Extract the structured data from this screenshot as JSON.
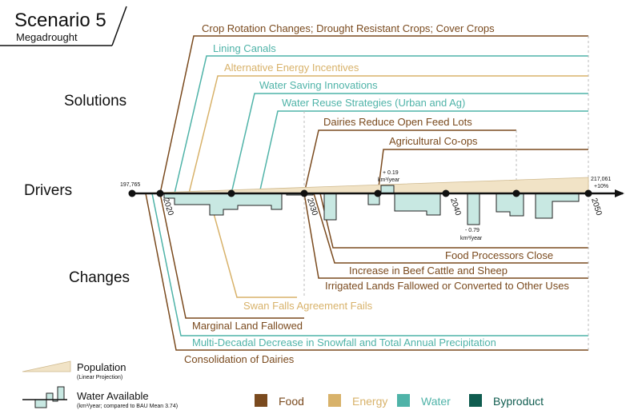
{
  "header": {
    "title": "Scenario 5",
    "subtitle": "Megadrought"
  },
  "sections": {
    "solutions": "Solutions",
    "drivers": "Drivers",
    "changes": "Changes"
  },
  "colors": {
    "food": "#7a4a1e",
    "energy": "#d8b26a",
    "water": "#4fb3a8",
    "byproduct": "#0f5c4f"
  },
  "axis": {
    "start_label": "197,765",
    "end_label_line1": "217,061",
    "end_label_line2": "+10%",
    "years": [
      "2020",
      "2030",
      "2040",
      "2050"
    ]
  },
  "solutions": [
    {
      "label": "Crop Rotation Changes; Drought Resistant Crops; Cover Crops",
      "category": "food"
    },
    {
      "label": "Lining Canals",
      "category": "water"
    },
    {
      "label": "Alternative Energy Incentives",
      "category": "energy"
    },
    {
      "label": "Water Saving Innovations",
      "category": "water"
    },
    {
      "label": "Water Reuse Strategies (Urban and Ag)",
      "category": "water"
    },
    {
      "label": "Dairies Reduce Open Feed Lots",
      "category": "food"
    },
    {
      "label": "Agricultural Co-ops",
      "category": "food"
    }
  ],
  "changes": [
    {
      "label": "Food Processors Close",
      "category": "food"
    },
    {
      "label": "Increase in Beef Cattle and Sheep",
      "category": "food"
    },
    {
      "label": "Irrigated Lands Fallowed or Converted to Other Uses",
      "category": "food"
    },
    {
      "label": "Swan Falls Agreement Fails",
      "category": "energy"
    },
    {
      "label": "Marginal Land Fallowed",
      "category": "food"
    },
    {
      "label": "Multi-Decadal Decrease in Snowfall and Total Annual Precipitation",
      "category": "water"
    },
    {
      "label": "Consolidation of Dairies",
      "category": "food"
    }
  ],
  "water_annotations": {
    "max_value": "+ 0.19",
    "max_unit": "km³/year",
    "min_value": "- 0.79",
    "min_unit": "km³/year"
  },
  "legend": {
    "population": "Population",
    "population_note": "(Linear Projection)",
    "water": "Water Available",
    "water_note": "(km³/year; compared to BAU Mean 3.74)",
    "food": "Food",
    "energy": "Energy",
    "water_cat": "Water",
    "byproduct": "Byproduct"
  }
}
